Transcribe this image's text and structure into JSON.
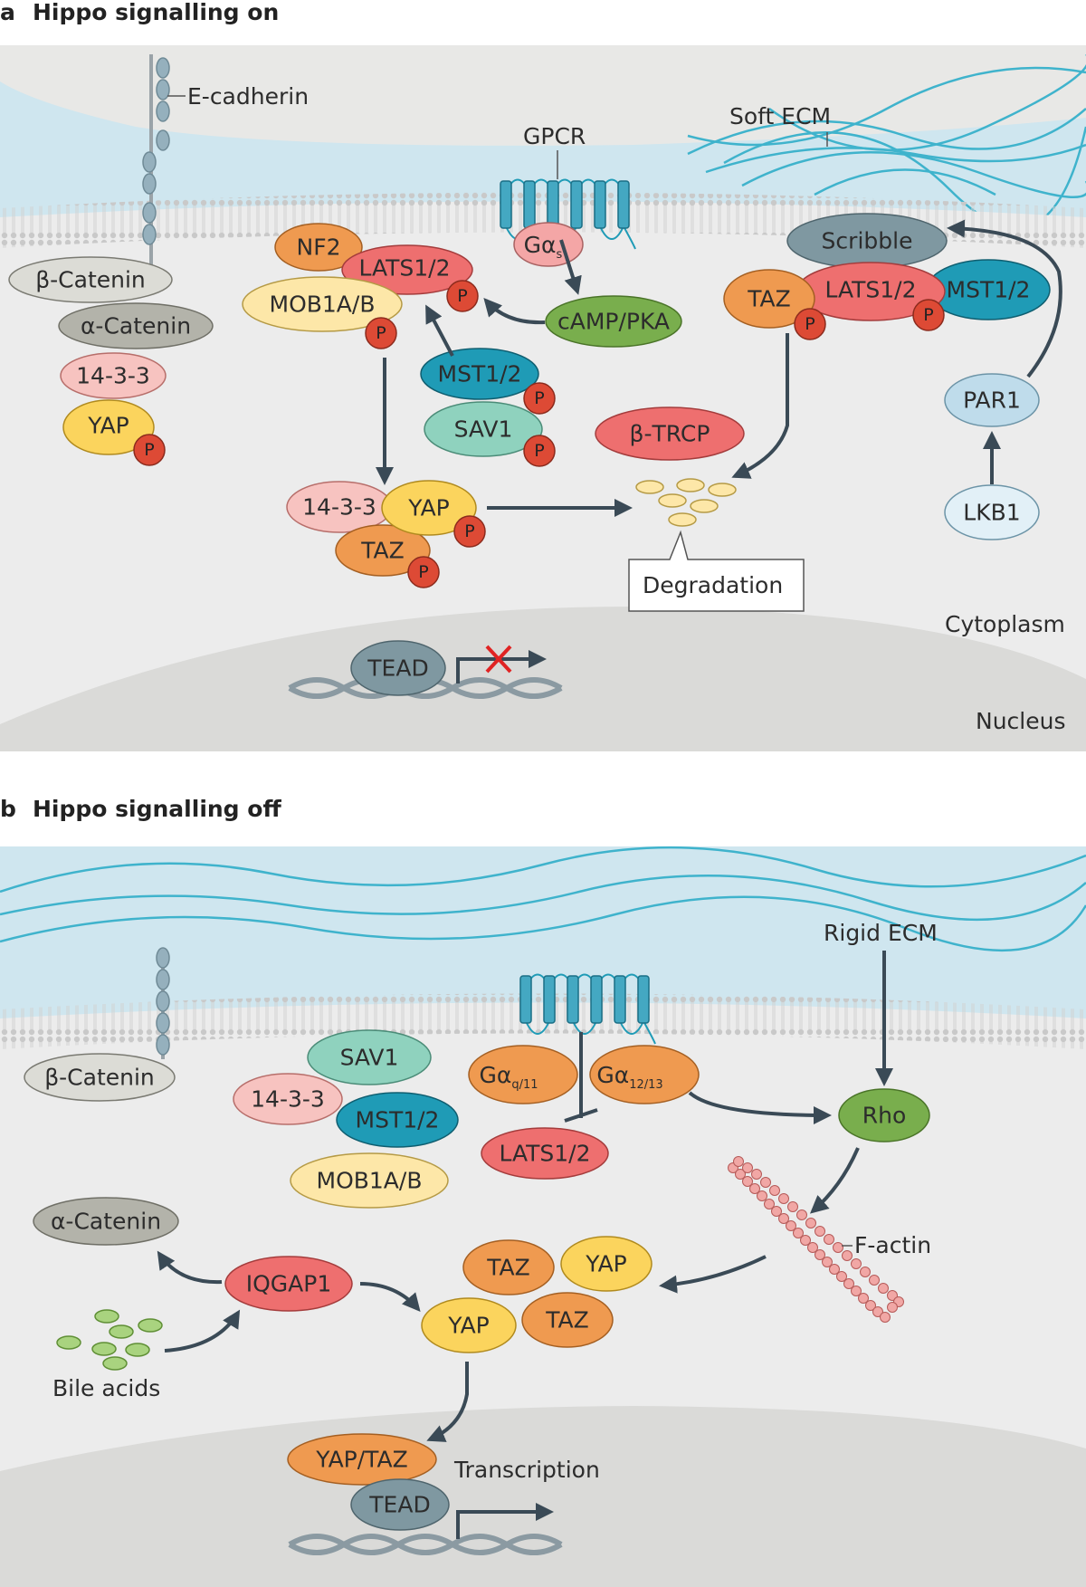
{
  "panel_a": {
    "letter": "a",
    "title": "Hippo signalling on",
    "labels": {
      "e_cadherin": "E-cadherin",
      "soft_ecm": "Soft ECM",
      "gpcr": "GPCR",
      "cytoplasm": "Cytoplasm",
      "nucleus": "Nucleus",
      "degradation": "Degradation"
    },
    "molecules": {
      "b_catenin": "β-Catenin",
      "a_catenin": "α-Catenin",
      "p1433_left": "14-3-3",
      "yap_left": "YAP",
      "nf2": "NF2",
      "lats_center": "LATS1/2",
      "mob1": "MOB1A/B",
      "ga_s_main": "Gα",
      "ga_s_sub": "s",
      "camp_pka": "cAMP/PKA",
      "mst_center": "MST1/2",
      "sav1": "SAV1",
      "btrcp": "β-TRCP",
      "p1433_complex": "14-3-3",
      "yap_complex": "YAP",
      "taz_complex": "TAZ",
      "tead": "TEAD",
      "scribble": "Scribble",
      "taz_right": "TAZ",
      "lats_right": "LATS1/2",
      "mst_right": "MST1/2",
      "par1": "PAR1",
      "lkb1": "LKB1",
      "phospho": "P"
    }
  },
  "panel_b": {
    "letter": "b",
    "title": "Hippo signalling off",
    "labels": {
      "rigid_ecm": "Rigid ECM",
      "f_actin": "F-actin",
      "bile_acids": "Bile acids",
      "transcription": "Transcription"
    },
    "molecules": {
      "b_catenin": "β-Catenin",
      "sav1": "SAV1",
      "p1433": "14-3-3",
      "mst": "MST1/2",
      "mob1": "MOB1A/B",
      "ga_q_main": "Gα",
      "ga_q_sub": "q/11",
      "ga_12_main": "Gα",
      "ga_12_sub": "12/13",
      "lats": "LATS1/2",
      "rho": "Rho",
      "a_catenin": "α-Catenin",
      "iqgap1": "IQGAP1",
      "taz_top": "TAZ",
      "yap_top": "YAP",
      "yap_bottom": "YAP",
      "taz_bottom": "TAZ",
      "yap_taz": "YAP/TAZ",
      "tead": "TEAD"
    }
  },
  "colors": {
    "ecm_blue": "#cfe6ef",
    "fiber": "#3fb3cc",
    "cytoplasm": "#ececec",
    "nucleus": "#dadad8",
    "grey_protein": "#b3b3aa",
    "pink": "#f1a7a5",
    "red": "#ee6f6f",
    "orange": "#ef9a50",
    "yellow": "#fbd45d",
    "teal": "#1f9bb6",
    "mint": "#8fd2be",
    "green": "#79ae4d",
    "slate": "#7f98a1",
    "light_blue": "#bfdceb",
    "phospho": "#dd4a35"
  }
}
